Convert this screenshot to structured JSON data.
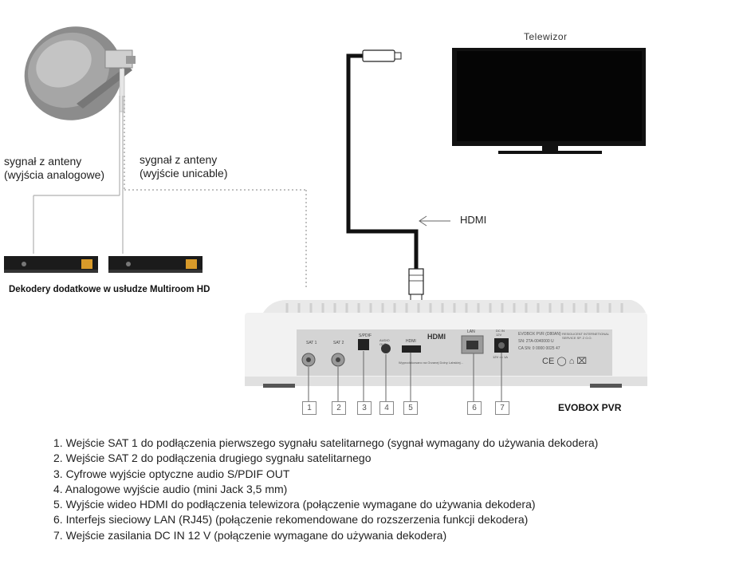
{
  "tv": {
    "title": "Telewizor"
  },
  "labels": {
    "signal_analog_line1": "sygnał z anteny",
    "signal_analog_line2": "(wyjścia analogowe)",
    "signal_unicable_line1": "sygnał z anteny",
    "signal_unicable_line2": "(wyjście unicable)",
    "hdmi": "HDMI",
    "decoders": "Dekodery dodatkowe w usłudze Multiroom HD",
    "device": "EVOBOX PVR"
  },
  "panel": {
    "sat1": "SAT 1",
    "sat2": "SAT 2",
    "spdif": "S/PDIF",
    "audio": "AUDIO OUT",
    "hdmi_port": "HDMI",
    "hdmi_logo": "HDMI",
    "lan": "LAN",
    "dc": "DC IN 12V",
    "dc_rating": "12V == 1A",
    "model": "EVOBOX PVR (D80AN)",
    "sn": "SN: 2TA-0040000 U",
    "ca": "CA SN: 0 0000 0025 47",
    "maker": "RESIDUCENT INTERNETIONAL SERVICE SP. Z O.O.",
    "warning": "Wyprodukowano na Grzanej Dolny Labskiej..."
  },
  "numbers": [
    "1",
    "2",
    "3",
    "4",
    "5",
    "6",
    "7"
  ],
  "legend": [
    "1. Wejście SAT 1 do podłączenia pierwszego sygnału satelitarnego (sygnał wymagany do używania dekodera)",
    "2. Wejście SAT 2 do podłączenia drugiego sygnału satelitarnego",
    "3. Cyfrowe wyjście optyczne audio S/PDIF OUT",
    "4. Analogowe wyjście audio (mini Jack 3,5 mm)",
    "5. Wyjście wideo HDMI do podłączenia telewizora (połączenie wymagane do używania dekodera)",
    "6. Interfejs sieciowy LAN (RJ45) (połączenie rekomendowane do rozszerzenia funkcji dekodera)",
    "7. Wejście zasilania DC IN 12 V (połączenie wymagane do używania dekodera)"
  ]
}
